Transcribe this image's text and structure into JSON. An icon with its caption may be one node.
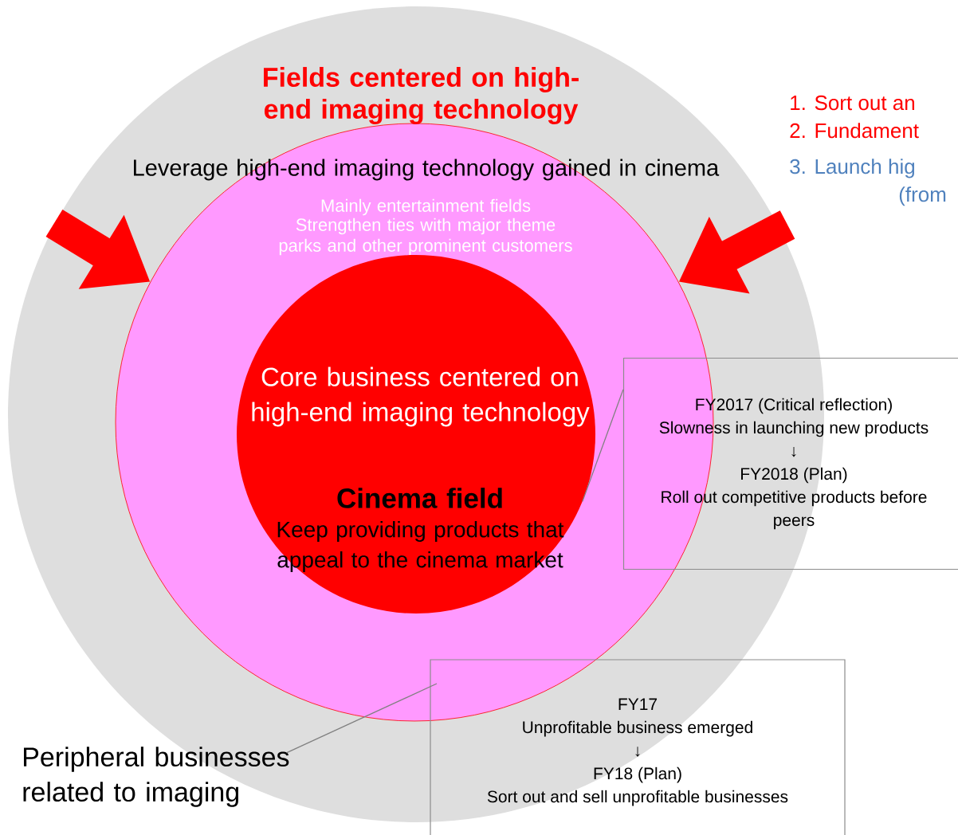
{
  "diagram": {
    "nodes": [
      {
        "text": [],
        "shape": "circle"
      },
      {
        "text": [
          "Fields centered on high-end imaging technology",
          "Leverage high-end imaging technology gained in cinema",
          "Mainly entertainment fields",
          "Strengthen ties with major theme parks and other prominent customers"
        ],
        "in": 0
      },
      {
        "text": [
          "Core business centered on high-end imaging technology",
          "Cinema field",
          "Keep providing products that appeal to the cinema market"
        ],
        "in": 1
      },
      {
        "text": [
          "FY2017 (Critical reflection)",
          "Slowness in launching new products",
          "↓",
          "FY2018 (Plan)",
          "Roll out competitive products before peers"
        ]
      },
      {
        "text": [
          "FY17",
          "Unprofitable business emerged",
          "↓",
          "FY18 (Plan)",
          "Sort out and sell unprofitable businesses"
        ]
      },
      {
        "text": [
          "Peripheral businesses related to imaging"
        ]
      }
    ],
    "edges": [
      {
        "from": null,
        "to": 1,
        "arrow": "to",
        "style": "thick",
        "color": "#ff0000"
      },
      {
        "from": null,
        "to": 1,
        "arrow": "to",
        "style": "thick",
        "color": "#ff0000"
      },
      {
        "from": 3,
        "to": 2,
        "arrow": "none",
        "color": "#808080"
      },
      {
        "from": 5,
        "to": 1,
        "arrow": "none",
        "color": "#808080"
      }
    ],
    "labels": [
      "1. Sort out an",
      "2. Fundament",
      "3. Launch hig",
      "(from"
    ]
  }
}
